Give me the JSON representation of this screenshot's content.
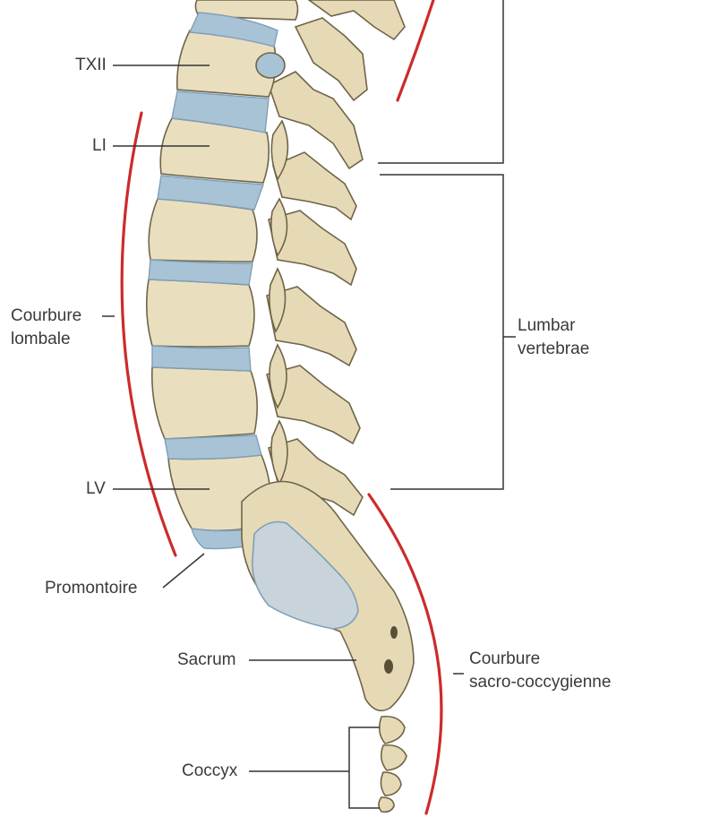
{
  "labels": {
    "txii": "TXII",
    "li": "LI",
    "courbure_lombale_1": "Courbure",
    "courbure_lombale_2": "lombale",
    "lv": "LV",
    "promontoire": "Promontoire",
    "sacrum": "Sacrum",
    "coccyx": "Coccyx",
    "lumbar_1": "Lumbar",
    "lumbar_2": "vertebrae",
    "sacro_1": "Courbure",
    "sacro_2": "sacro-coccygienne"
  },
  "colors": {
    "bone": "#e9dfbf",
    "bone_shadow": "#c9b98f",
    "bone_outline": "#6f6448",
    "disc": "#a9c3d6",
    "disc_dark": "#7f9fb8",
    "curve": "#cc2b2b",
    "leader": "#333333"
  }
}
